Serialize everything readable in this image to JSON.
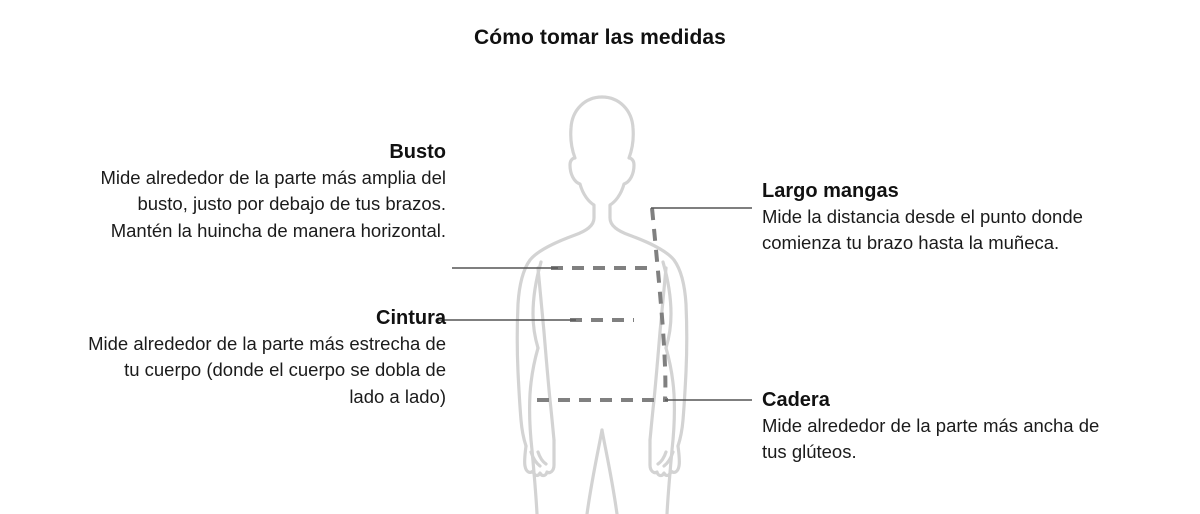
{
  "page": {
    "title": "Cómo tomar las medidas",
    "background_color": "#ffffff",
    "text_color": "#1a1a1a"
  },
  "figure": {
    "name": "female-body-silhouette",
    "outline_color": "#d3d3d3",
    "measure_line_color": "#808080",
    "leader_line_color": "#555555"
  },
  "measurements": [
    {
      "id": "busto",
      "heading": "Busto",
      "description": "Mide alrededor de la parte más amplia del busto, justo por debajo de tus brazos. Mantén la huincha de manera horizontal.",
      "side": "left",
      "marker": "bust-dashed-line"
    },
    {
      "id": "cintura",
      "heading": "Cintura",
      "description": "Mide alrededor de la parte más estrecha de tu cuerpo (donde el cuerpo se dobla de lado a lado)",
      "side": "left",
      "marker": "waist-dashed-line"
    },
    {
      "id": "largo_mangas",
      "heading": "Largo mangas",
      "description": "Mide la distancia desde el punto donde comienza tu brazo hasta la muñeca.",
      "side": "right",
      "marker": "sleeve-dashed-line"
    },
    {
      "id": "cadera",
      "heading": "Cadera",
      "description": "Mide alrededor de la parte más ancha de tus glúteos.",
      "side": "right",
      "marker": "hip-dashed-line"
    }
  ]
}
